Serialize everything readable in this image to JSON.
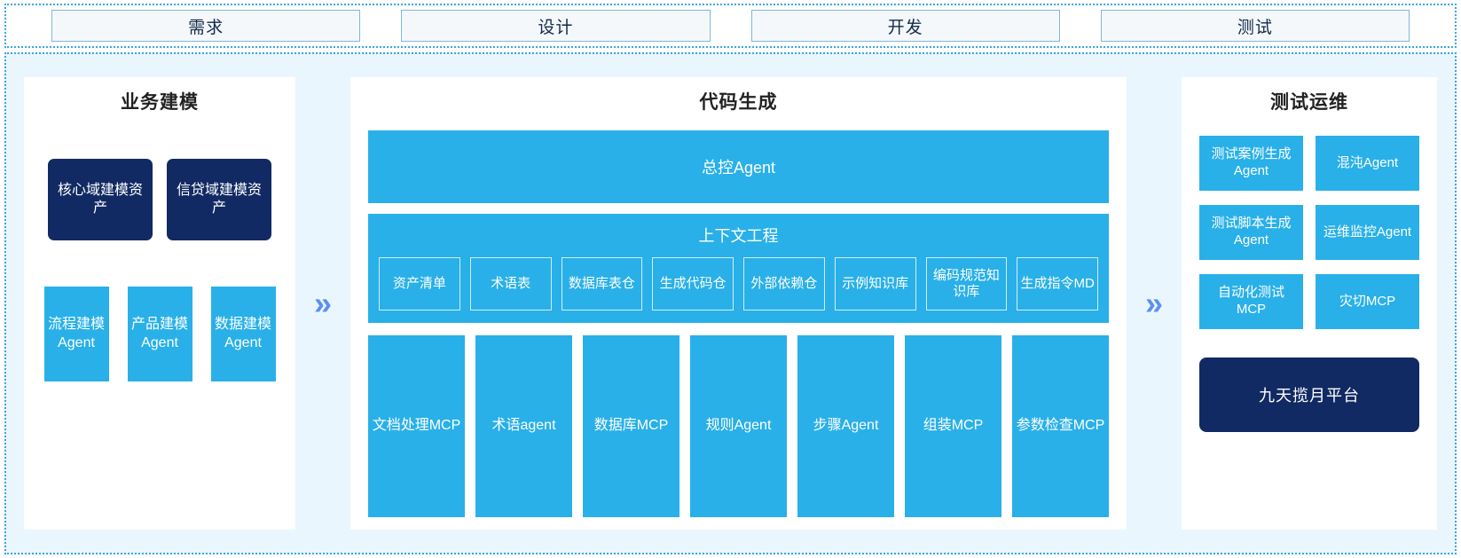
{
  "colors": {
    "accent_blue": "#29b0e8",
    "navy": "#122a63",
    "frame_border": "#3aa7e0",
    "frame_bg": "#eaf6fd",
    "chevron": "#5b8ff0",
    "tab_bg": "#f5f8fa",
    "tab_border": "#7fb8d8"
  },
  "phases": [
    {
      "label": "需求"
    },
    {
      "label": "设计"
    },
    {
      "label": "开发"
    },
    {
      "label": "测试"
    }
  ],
  "separators": {
    "left_chevron": "»",
    "right_chevron": "»"
  },
  "left_panel": {
    "title": "业务建模",
    "asset_cards": [
      {
        "label": "核心域建模资产"
      },
      {
        "label": "信贷域建模资产"
      }
    ],
    "agent_cards": [
      {
        "label": "流程建模Agent"
      },
      {
        "label": "产品建模Agent"
      },
      {
        "label": "数据建模Agent"
      }
    ]
  },
  "center_panel": {
    "title": "代码生成",
    "master_agent": "总控Agent",
    "context": {
      "title": "上下文工程",
      "items": [
        {
          "label": "资产清单"
        },
        {
          "label": "术语表"
        },
        {
          "label": "数据库表仓"
        },
        {
          "label": "生成代码仓"
        },
        {
          "label": "外部依赖仓"
        },
        {
          "label": "示例知识库"
        },
        {
          "label": "编码规范知识库"
        },
        {
          "label": "生成指令MD"
        }
      ]
    },
    "tools": [
      {
        "label": "文档处理MCP"
      },
      {
        "label": "术语agent"
      },
      {
        "label": "数据库MCP"
      },
      {
        "label": "规则Agent"
      },
      {
        "label": "步骤Agent"
      },
      {
        "label": "组装MCP"
      },
      {
        "label": "参数检查MCP"
      }
    ]
  },
  "right_panel": {
    "title": "测试运维",
    "cards": [
      {
        "label": "测试案例生成Agent"
      },
      {
        "label": "混沌Agent"
      },
      {
        "label": "测试脚本生成Agent"
      },
      {
        "label": "运维监控Agent"
      },
      {
        "label": "自动化测试MCP"
      },
      {
        "label": "灾切MCP"
      }
    ],
    "platform": "九天揽月平台"
  }
}
